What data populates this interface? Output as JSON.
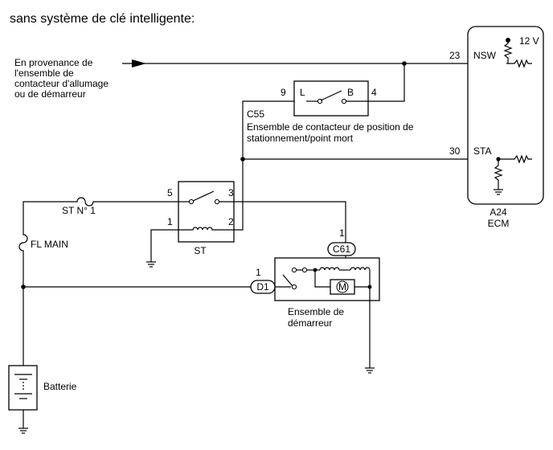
{
  "heading": "sans système de clé intelligente:",
  "source_label": [
    "En provenance de",
    "l'ensemble de",
    "contacteur d'allumage",
    "ou de démarreur"
  ],
  "ecm": {
    "code": "A24",
    "name": "ECM",
    "pins": [
      {
        "number": "23",
        "name": "NSW"
      },
      {
        "number": "30",
        "name": "STA"
      }
    ],
    "supply": "12 V"
  },
  "park_neutral_switch": {
    "connector": "C55",
    "name_lines": [
      "Ensemble de contacteur de position de",
      "stationnement/point mort"
    ],
    "terminals": {
      "left": "L",
      "right": "B"
    },
    "pins": {
      "left": "9",
      "right": "4"
    }
  },
  "st_relay": {
    "name": "ST",
    "pins": {
      "top_left": "5",
      "top_right": "3",
      "bottom_left": "1",
      "bottom_right": "2"
    }
  },
  "fuses": {
    "st": "ST N° 1",
    "main": "FL MAIN"
  },
  "starter": {
    "name_lines": [
      "Ensemble de",
      "démarreur"
    ],
    "connectors": {
      "top": "C61",
      "left": "D1"
    },
    "pins": {
      "top": "1",
      "left": "1"
    },
    "motor": "M"
  },
  "battery": "Batterie"
}
